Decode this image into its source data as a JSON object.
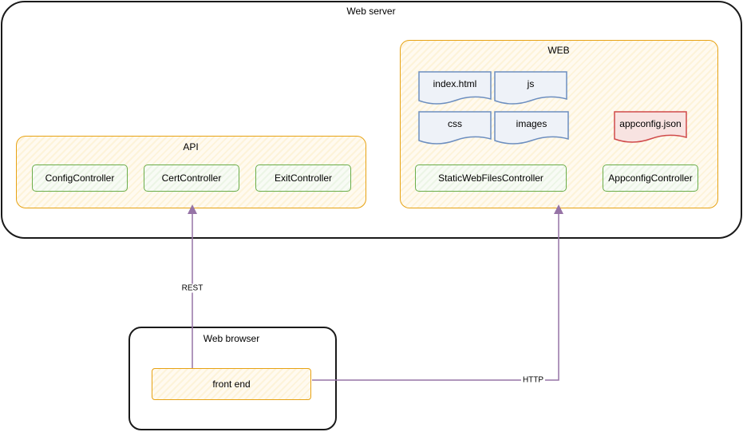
{
  "web_server": {
    "label": "Web server"
  },
  "api": {
    "label": "API",
    "controllers": [
      "ConfigController",
      "CertController",
      "ExitController"
    ]
  },
  "web": {
    "label": "WEB",
    "files": [
      "index.html",
      "js",
      "css",
      "images"
    ],
    "config_file": "appconfig.json",
    "static_controller": "StaticWebFilesController",
    "appconfig_controller": "AppconfigController"
  },
  "web_browser": {
    "label": "Web browser",
    "front_end": "front end"
  },
  "edges": {
    "rest": "REST",
    "http": "HTTP"
  },
  "colors": {
    "container_orange": "#e7a213",
    "controller_green": "#6aad4a",
    "file_blue": "#6c8ebf",
    "file_red": "#d04a4a",
    "arrow_purple": "#9673a6"
  }
}
